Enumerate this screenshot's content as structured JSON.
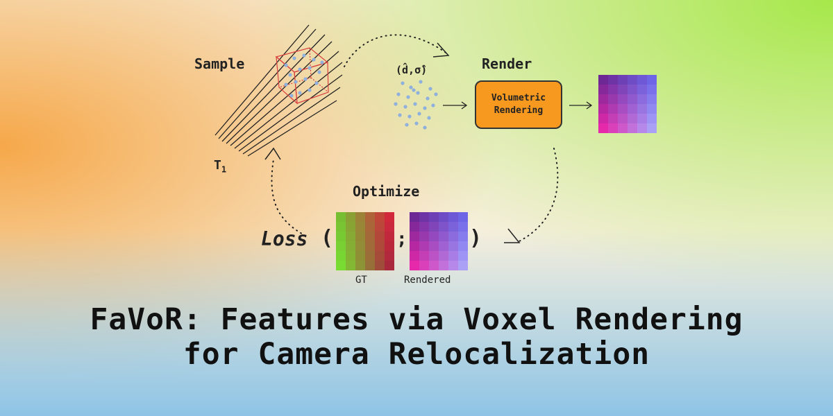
{
  "labels": {
    "sample": "Sample",
    "render": "Render",
    "optimize": "Optimize",
    "t1": "T",
    "t1_sub": "1",
    "params": "(d̂,σ̂)",
    "loss": "Loss",
    "loss_open": "(",
    "loss_sep": ";",
    "loss_close": ")",
    "gt": "GT",
    "rendered": "Rendered"
  },
  "render_box": {
    "line1": "Volumetric",
    "line2": "Rendering"
  },
  "title": {
    "line1": "FaVoR: Features via Voxel Rendering",
    "line2": "for Camera Relocalization"
  },
  "colors": {
    "box_fill": "#f7981f",
    "point": "#8fb0dc",
    "cube_edge": "#d84040"
  }
}
